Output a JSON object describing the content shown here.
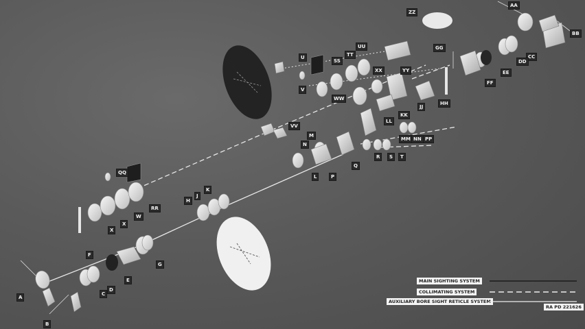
{
  "legend": {
    "main": "MAIN SIGHTING SYSTEM",
    "collimating": "COLLIMATING SYSTEM",
    "auxiliary": "AUXILIARY BORE SIGHT RETICLE SYSTEM"
  },
  "drawing_number": "RA PD 221626",
  "labels": {
    "A": "A",
    "B": "B",
    "C": "C",
    "D": "D",
    "E": "E",
    "F": "F",
    "G": "G",
    "H": "H",
    "J": "J",
    "K": "K",
    "L": "L",
    "M": "M",
    "N": "N",
    "P": "P",
    "Q": "Q",
    "R": "R",
    "S": "S",
    "T": "T",
    "U": "U",
    "V": "V",
    "W": "W",
    "X": "X",
    "AA": "AA",
    "BB": "BB",
    "CC": "CC",
    "DD": "DD",
    "EE": "EE",
    "FF": "FF",
    "GG": "GG",
    "HH": "HH",
    "JJ": "JJ",
    "KK": "KK",
    "LL": "LL",
    "MM": "MM",
    "NN": "NN",
    "PP": "PP",
    "QQ": "QQ",
    "RR": "RR",
    "SS": "SS",
    "TT": "TT",
    "UU": "UU",
    "VV": "VV",
    "WW": "WW",
    "XX": "XX",
    "YY": "YY",
    "ZZ": "ZZ"
  }
}
